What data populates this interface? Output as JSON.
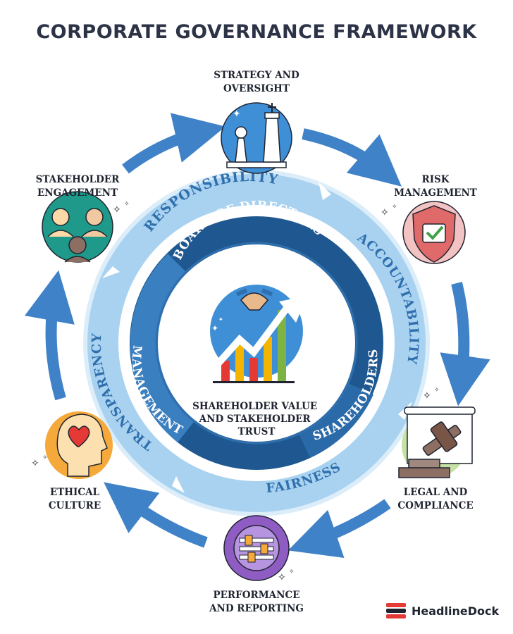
{
  "title": "CORPORATE GOVERNANCE FRAMEWORK",
  "rings": {
    "outer": [
      "RESPONSIBILITY",
      "ACCOUNTABILITY",
      "FAIRNESS",
      "TRANSPARENCY"
    ],
    "inner": [
      "BOARD OF DIRECTORS",
      "SHAREHOLDERS",
      "MANAGEMENT"
    ]
  },
  "center": {
    "lines": [
      "SHAREHOLDER VALUE",
      "AND STAKEHOLDER",
      "TRUST"
    ],
    "icon": "growth-chart-handshake-icon"
  },
  "nodes": [
    {
      "id": "strategy",
      "lines": [
        "STRATEGY AND",
        "OVERSIGHT"
      ],
      "icon": "chess-pieces-icon",
      "color": "#3f8fd6"
    },
    {
      "id": "risk",
      "lines": [
        "RISK",
        "MANAGEMENT"
      ],
      "icon": "shield-check-icon",
      "color": "#e06a6a"
    },
    {
      "id": "legal",
      "lines": [
        "LEGAL AND",
        "COMPLIANCE"
      ],
      "icon": "gavel-icon",
      "color": "#7cb342"
    },
    {
      "id": "performance",
      "lines": [
        "PERFORMANCE",
        "AND REPORTING"
      ],
      "icon": "gear-sliders-icon",
      "color": "#8e5cc2"
    },
    {
      "id": "ethical",
      "lines": [
        "ETHICAL",
        "CULTURE"
      ],
      "icon": "head-heart-icon",
      "color": "#f4a93a"
    },
    {
      "id": "stakeholder",
      "lines": [
        "STAKEHOLDER",
        "ENGAGEMENT"
      ],
      "icon": "people-group-icon",
      "color": "#1f9a8a"
    }
  ],
  "brand": {
    "name": "HeadlineDock",
    "colors": [
      "#e53935",
      "#1f2430"
    ]
  },
  "colors": {
    "arrow": "#3f82c8",
    "outer_ring": "#a9d2f0",
    "inner_ring": "#2f6fad",
    "inner_ring_dark": "#1f5890",
    "text": "#2c3347"
  }
}
